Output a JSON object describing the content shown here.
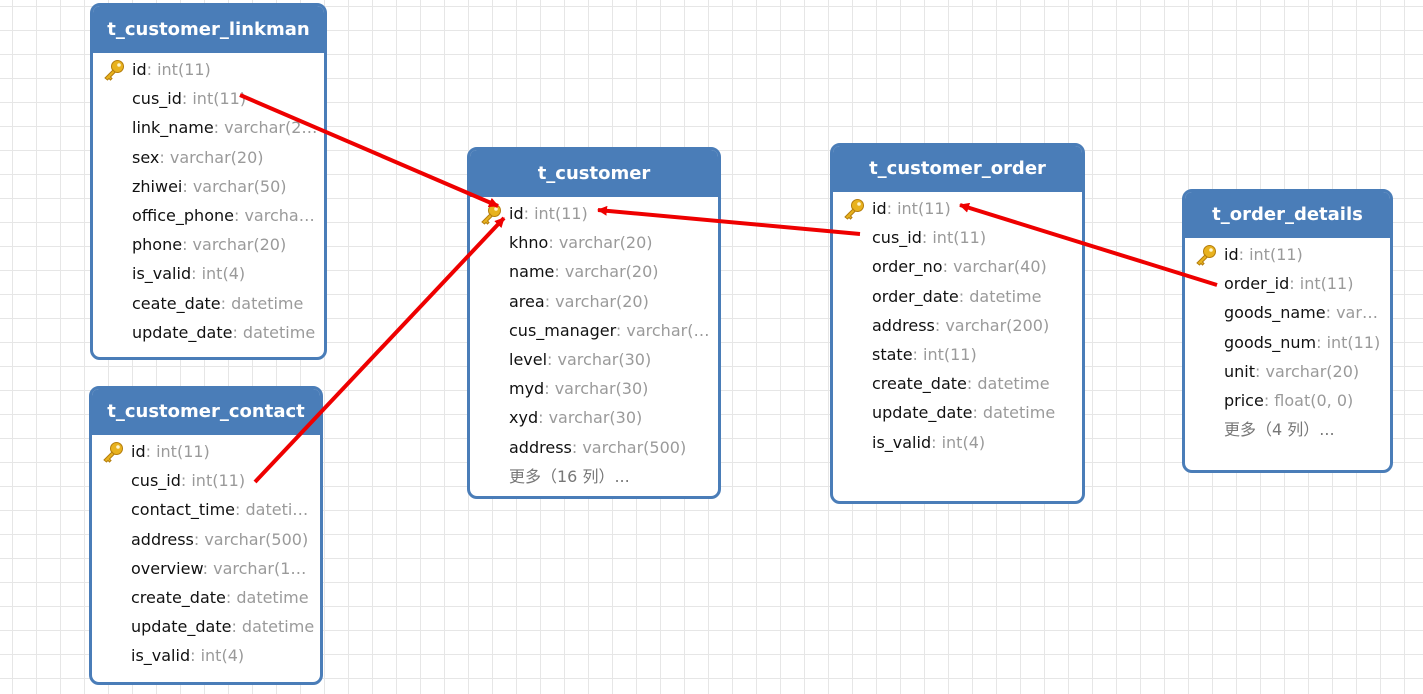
{
  "colors": {
    "header": "#4a7db8",
    "arrow": "#ee0000",
    "key": "#e8b21e"
  },
  "tables": {
    "linkman": {
      "title": "t_customer_linkman",
      "columns": [
        {
          "name": "id",
          "type": ": int(11)",
          "pk": true
        },
        {
          "name": "cus_id",
          "type": ": int(11)"
        },
        {
          "name": "link_name",
          "type": ": varchar(2…"
        },
        {
          "name": "sex",
          "type": ": varchar(20)"
        },
        {
          "name": "zhiwei",
          "type": ": varchar(50)"
        },
        {
          "name": "office_phone",
          "type": ": varcha…"
        },
        {
          "name": "phone",
          "type": ": varchar(20)"
        },
        {
          "name": "is_valid",
          "type": ": int(4)"
        },
        {
          "name": "ceate_date",
          "type": ": datetime"
        },
        {
          "name": "update_date",
          "type": ": datetime"
        }
      ]
    },
    "contact": {
      "title": "t_customer_contact",
      "columns": [
        {
          "name": "id",
          "type": ": int(11)",
          "pk": true
        },
        {
          "name": "cus_id",
          "type": ": int(11)"
        },
        {
          "name": "contact_time",
          "type": ": dateti…"
        },
        {
          "name": "address",
          "type": ": varchar(500)"
        },
        {
          "name": "overview",
          "type": ": varchar(1…"
        },
        {
          "name": "create_date",
          "type": ": datetime"
        },
        {
          "name": "update_date",
          "type": ": datetime"
        },
        {
          "name": "is_valid",
          "type": ": int(4)"
        }
      ]
    },
    "customer": {
      "title": "t_customer",
      "columns": [
        {
          "name": "id",
          "type": ": int(11)",
          "pk": true
        },
        {
          "name": "khno",
          "type": ": varchar(20)"
        },
        {
          "name": "name",
          "type": ": varchar(20)"
        },
        {
          "name": "area",
          "type": ": varchar(20)"
        },
        {
          "name": "cus_manager",
          "type": ": varchar(…"
        },
        {
          "name": "level",
          "type": ": varchar(30)"
        },
        {
          "name": "myd",
          "type": ": varchar(30)"
        },
        {
          "name": "xyd",
          "type": ": varchar(30)"
        },
        {
          "name": "address",
          "type": ": varchar(500)"
        }
      ],
      "more": "更多（16 列）..."
    },
    "order": {
      "title": "t_customer_order",
      "columns": [
        {
          "name": "id",
          "type": ": int(11)",
          "pk": true
        },
        {
          "name": "cus_id",
          "type": ": int(11)"
        },
        {
          "name": "order_no",
          "type": ": varchar(40)"
        },
        {
          "name": "order_date",
          "type": ": datetime"
        },
        {
          "name": "address",
          "type": ": varchar(200)"
        },
        {
          "name": "state",
          "type": ": int(11)"
        },
        {
          "name": "create_date",
          "type": ": datetime"
        },
        {
          "name": "update_date",
          "type": ": datetime"
        },
        {
          "name": "is_valid",
          "type": ": int(4)"
        }
      ]
    },
    "details": {
      "title": "t_order_details",
      "columns": [
        {
          "name": "id",
          "type": ": int(11)",
          "pk": true
        },
        {
          "name": "order_id",
          "type": ": int(11)"
        },
        {
          "name": "goods_name",
          "type": ": var…"
        },
        {
          "name": "goods_num",
          "type": ": int(11)"
        },
        {
          "name": "unit",
          "type": ": varchar(20)"
        },
        {
          "name": "price",
          "type": ": float(0, 0)"
        }
      ],
      "more": "更多（4 列）..."
    }
  },
  "relations": [
    {
      "from": "t_customer_linkman.cus_id",
      "to": "t_customer.id"
    },
    {
      "from": "t_customer_contact.cus_id",
      "to": "t_customer.id"
    },
    {
      "from": "t_customer_order.cus_id",
      "to": "t_customer.id"
    },
    {
      "from": "t_order_details.order_id",
      "to": "t_customer_order.id"
    }
  ]
}
